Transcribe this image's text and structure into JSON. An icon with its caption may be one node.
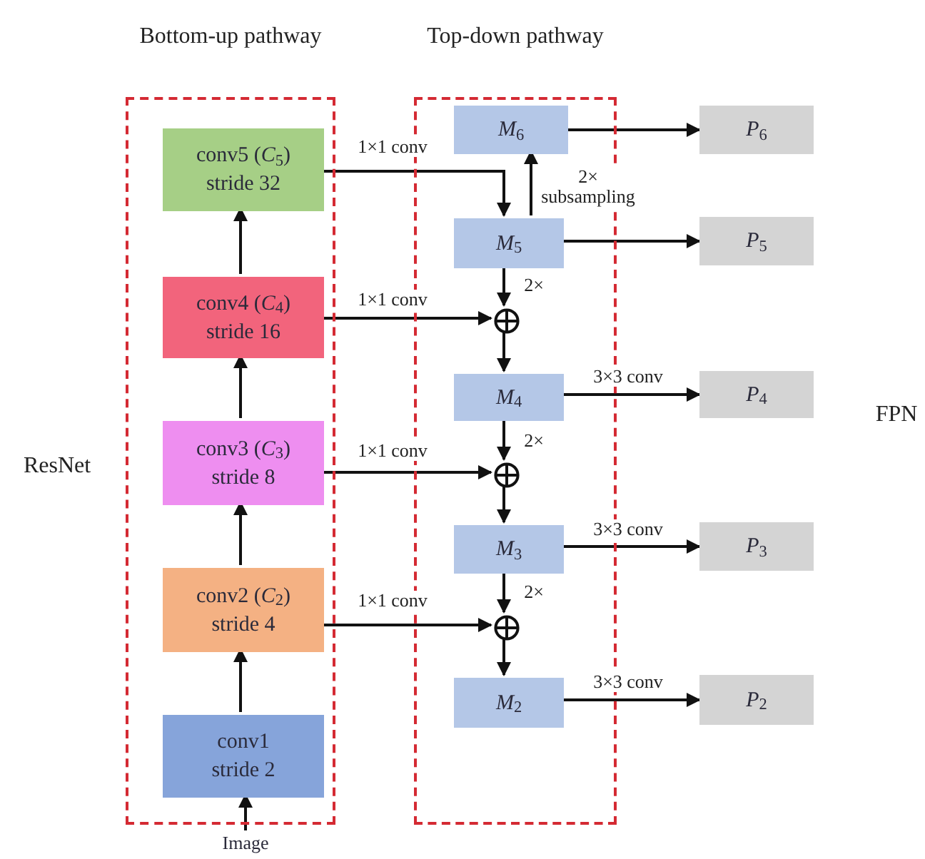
{
  "diagram": {
    "nodes": [
      {
        "text": [
          "Bottom-up pathway"
        ]
      },
      {
        "text": [
          "conv5 (*C*$_{5}$)",
          "stride 32"
        ],
        "in": 0
      },
      {
        "text": [
          "conv4 (*C*$_{4}$)",
          "stride 16"
        ],
        "in": 0
      },
      {
        "text": [
          "conv3 (*C*$_{3}$)",
          "stride 8"
        ],
        "in": 0
      },
      {
        "text": [
          "conv2 (*C*$_{2}$)",
          "stride 4"
        ],
        "in": 0
      },
      {
        "text": [
          "conv1",
          "stride 2"
        ],
        "in": 0
      },
      {
        "text": [
          "Top-down pathway"
        ]
      },
      {
        "text": [
          "*M*$_{6}$"
        ],
        "in": 6
      },
      {
        "text": [
          "*M*$_{5}$"
        ],
        "in": 6
      },
      {
        "text": [],
        "shape": "circle",
        "in": 6
      },
      {
        "text": [
          "*M*$_{4}$"
        ],
        "in": 6
      },
      {
        "text": [],
        "shape": "circle",
        "in": 6
      },
      {
        "text": [
          "*M*$_{3}$"
        ],
        "in": 6
      },
      {
        "text": [],
        "shape": "circle",
        "in": 6
      },
      {
        "text": [
          "*M*$_{2}$"
        ],
        "in": 6
      },
      {
        "text": [
          "*P*$_{6}$"
        ]
      },
      {
        "text": [
          "*P*$_{5}$"
        ]
      },
      {
        "text": [
          "*P*$_{4}$"
        ]
      },
      {
        "text": [
          "*P*$_{3}$"
        ]
      },
      {
        "text": [
          "*P*$_{2}$"
        ]
      },
      {
        "text": [
          "Image"
        ]
      }
    ],
    "edges": [
      {
        "from": 20,
        "to": 5,
        "arrow": "to"
      },
      {
        "from": 5,
        "to": 4,
        "arrow": "to"
      },
      {
        "from": 4,
        "to": 3,
        "arrow": "to"
      },
      {
        "from": 3,
        "to": 2,
        "arrow": "to"
      },
      {
        "from": 2,
        "to": 1,
        "arrow": "to"
      },
      {
        "from": 1,
        "to": 8,
        "arrow": "to",
        "label": "1×1 conv"
      },
      {
        "from": 2,
        "to": 9,
        "arrow": "to",
        "label": "1×1 conv"
      },
      {
        "from": 3,
        "to": 11,
        "arrow": "to",
        "label": "1×1 conv"
      },
      {
        "from": 4,
        "to": 13,
        "arrow": "to",
        "label": "1×1 conv"
      },
      {
        "from": 8,
        "to": 7,
        "arrow": "to",
        "label": "2× subsampling"
      },
      {
        "from": 8,
        "to": 9,
        "arrow": "to",
        "label": "2×"
      },
      {
        "from": 9,
        "to": 10,
        "arrow": "to"
      },
      {
        "from": 10,
        "to": 11,
        "arrow": "to",
        "label": "2×"
      },
      {
        "from": 11,
        "to": 12,
        "arrow": "to"
      },
      {
        "from": 12,
        "to": 13,
        "arrow": "to",
        "label": "2×"
      },
      {
        "from": 13,
        "to": 14,
        "arrow": "to"
      },
      {
        "from": 7,
        "to": 15,
        "arrow": "to"
      },
      {
        "from": 8,
        "to": 16,
        "arrow": "to"
      },
      {
        "from": 10,
        "to": 17,
        "arrow": "to",
        "label": "3×3 conv"
      },
      {
        "from": 12,
        "to": 18,
        "arrow": "to",
        "label": "3×3 conv"
      },
      {
        "from": 14,
        "to": 19,
        "arrow": "to",
        "label": "3×3 conv"
      }
    ],
    "labels": [
      "ResNet",
      "FPN"
    ]
  }
}
